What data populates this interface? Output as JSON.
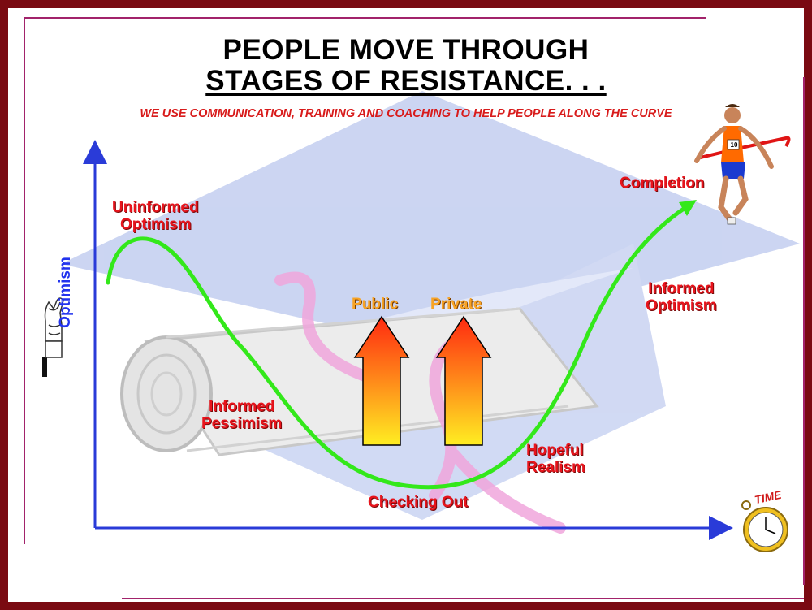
{
  "title_line1": "PEOPLE MOVE THROUGH",
  "title_line2": "STAGES OF RESISTANCE. . .",
  "subtitle": "WE USE COMMUNICATION, TRAINING AND COACHING TO HELP PEOPLE ALONG THE CURVE",
  "axis": {
    "y_label": "Optimism",
    "x_label": "TIME"
  },
  "stages": {
    "uninformed_optimism": [
      "Uninformed",
      "Optimism"
    ],
    "informed_pessimism": [
      "Informed",
      "Pessimism"
    ],
    "checking_out": "Checking Out",
    "hopeful_realism": [
      "Hopeful",
      "Realism"
    ],
    "informed_optimism": [
      "Informed",
      "Optimism"
    ],
    "completion": "Completion"
  },
  "arrows": {
    "public": "Public",
    "private": "Private"
  },
  "runner_bib": "10",
  "colors": {
    "frame": "#7a0a12",
    "rule_lines": "#a2236b",
    "axis": "#2a3bd8",
    "curve": "#33e81a",
    "stage_text": "#e8141c",
    "arrow_text": "#f7a326",
    "cap_watermark": "#b9c6ec",
    "ribbon_watermark": "#f0a6dc"
  },
  "icons": [
    "crossed-fingers-icon",
    "runner-finish-line-icon",
    "stopwatch-icon",
    "graduation-cap-watermark",
    "diploma-scroll-watermark"
  ]
}
